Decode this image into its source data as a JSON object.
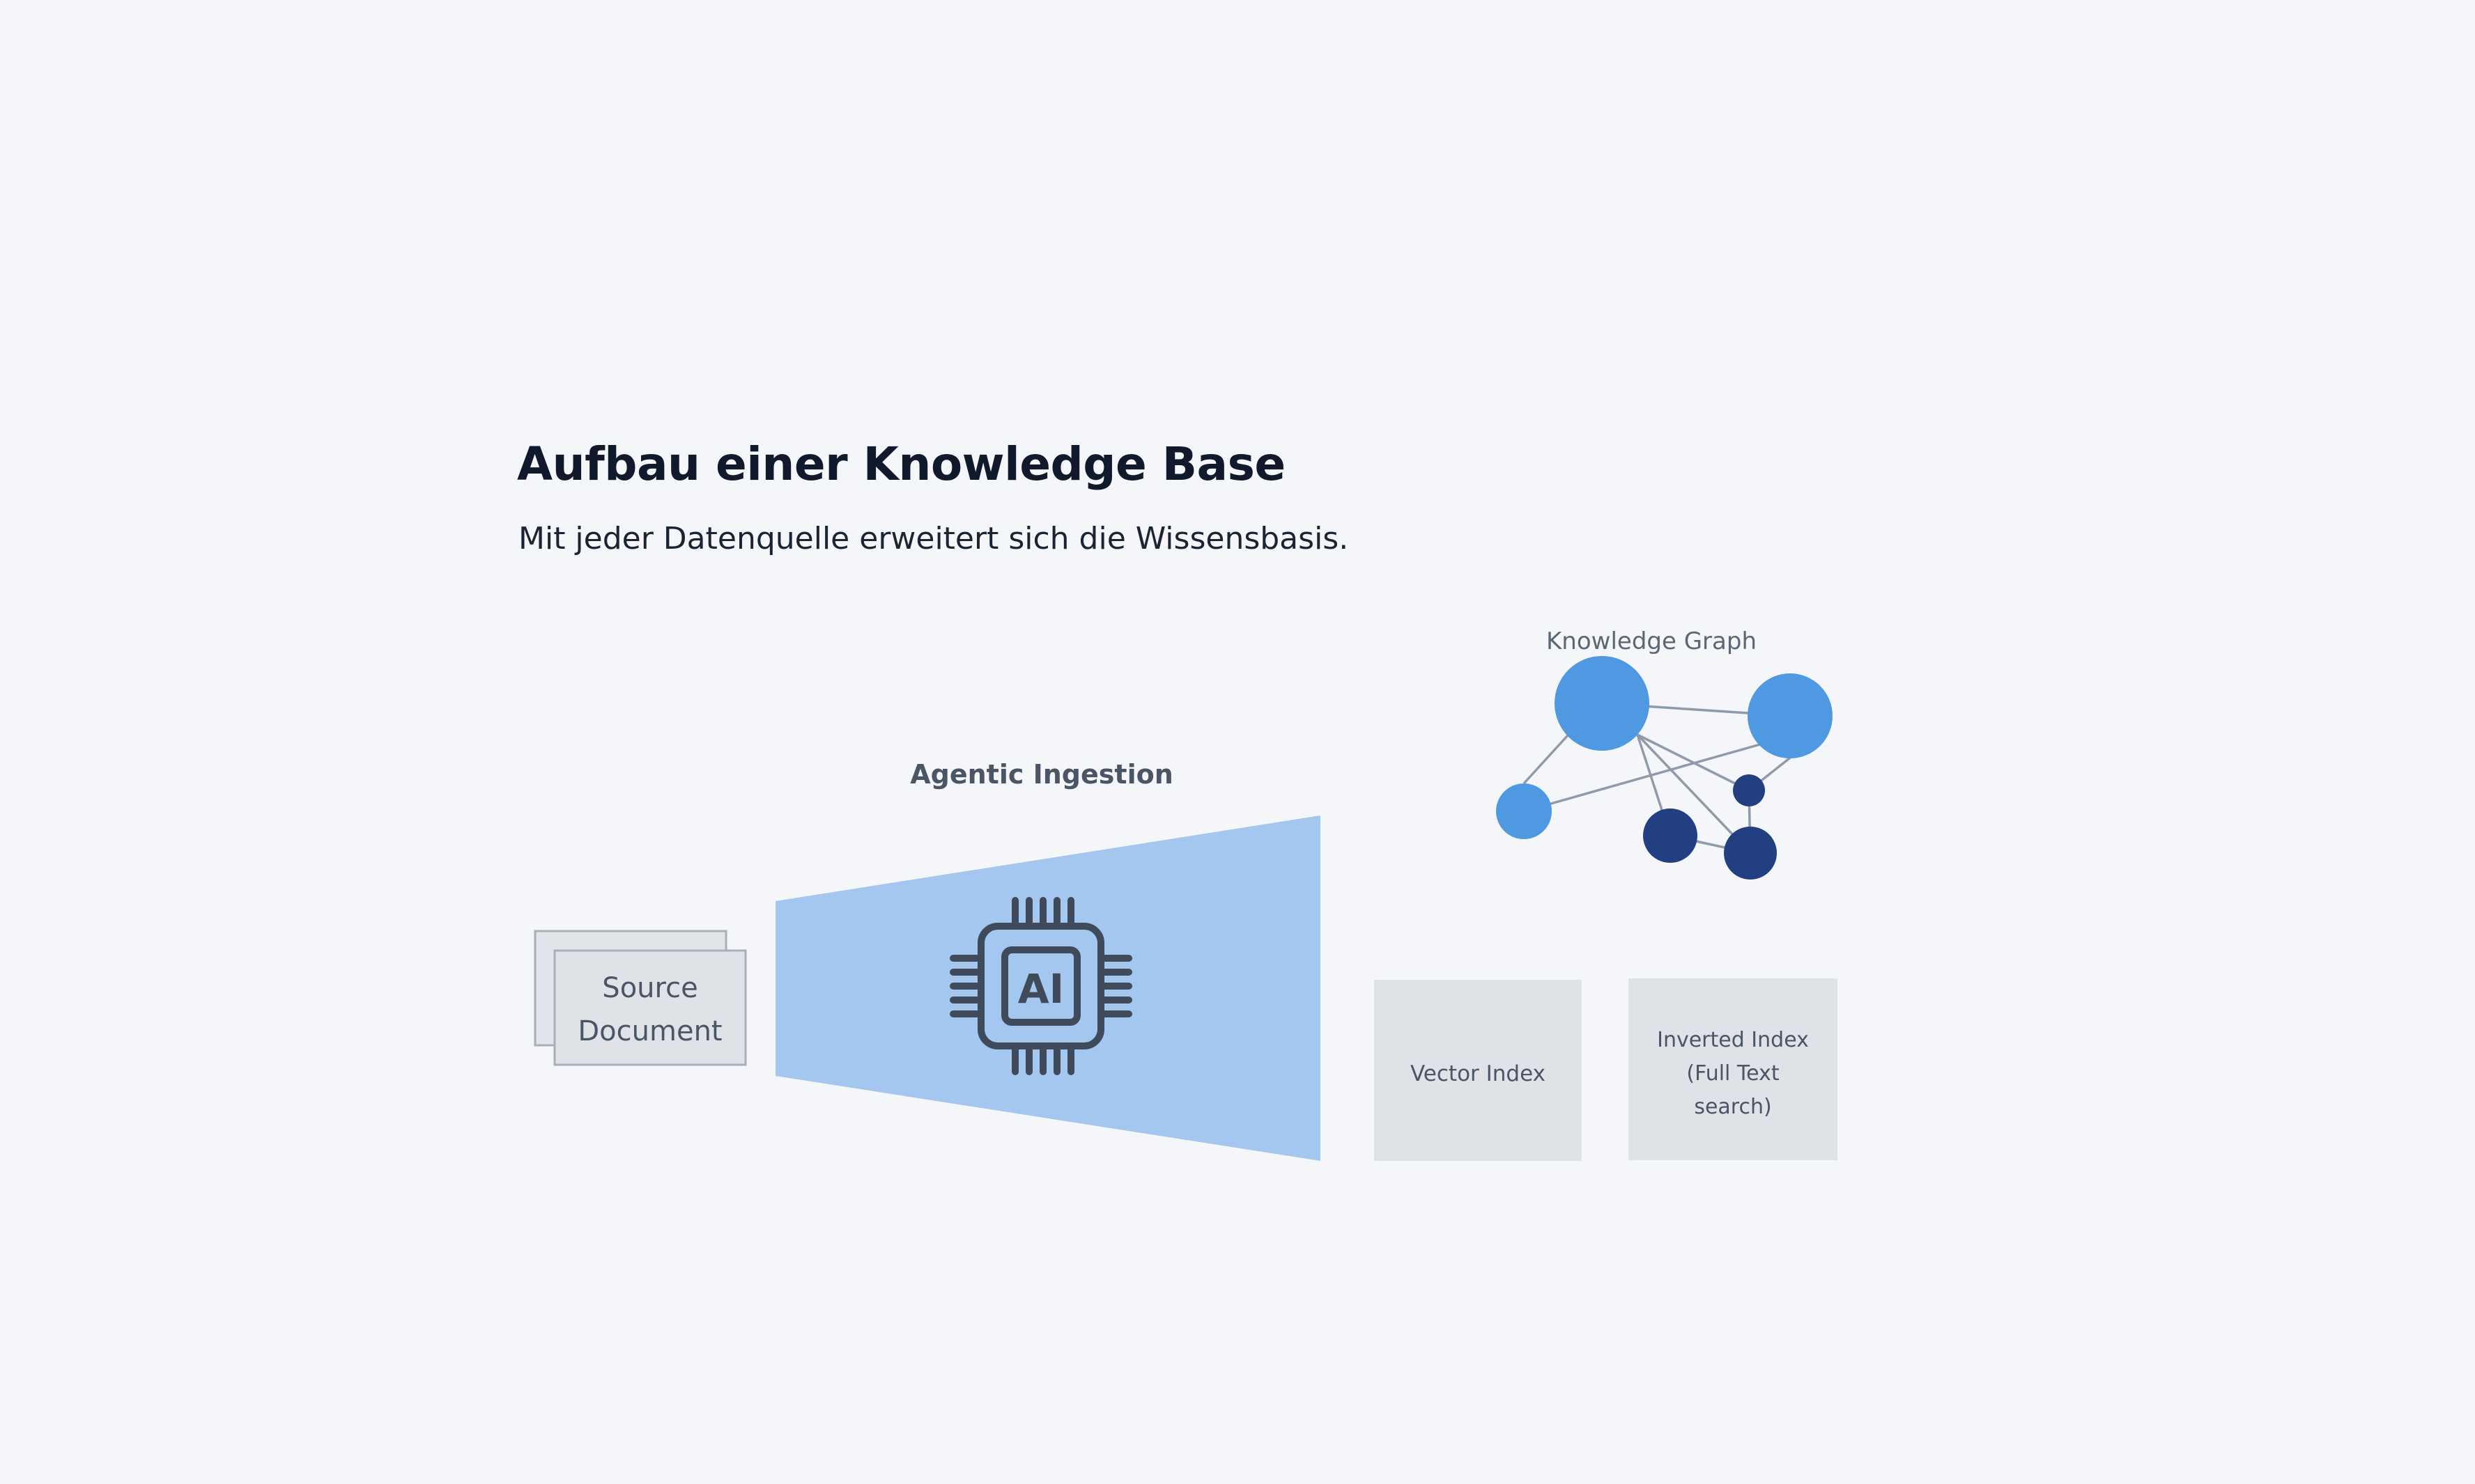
{
  "header": {
    "title": "Aufbau einer Knowledge Base",
    "subtitle": "Mit jeder Datenquelle erweitert sich die Wissensbasis."
  },
  "diagram": {
    "source": {
      "line1": "Source",
      "line2": "Document"
    },
    "ingestion": {
      "label": "Agentic Ingestion",
      "chip_text": "AI"
    },
    "knowledge_graph": {
      "label": "Knowledge Graph"
    },
    "vector_index": {
      "label": "Vector Index"
    },
    "inverted_index": {
      "line1": "Inverted Index",
      "line2": "(Full Text",
      "line3": "search)"
    }
  },
  "colors": {
    "light_node": "#4f98e2",
    "dark_node": "#223f82",
    "funnel": "#a3c7ee",
    "box_fill": "#dfe2e7",
    "box_stroke": "#a9afb8",
    "chip_stroke": "#3f4b5b",
    "edge": "#8f9bab"
  }
}
